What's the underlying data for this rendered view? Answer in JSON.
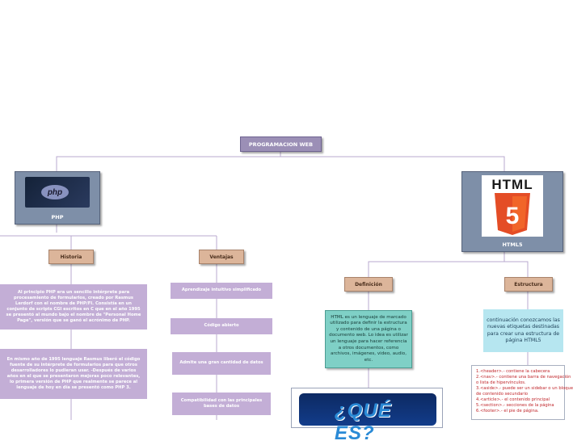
{
  "root": {
    "label": "PROGRAMACION WEB"
  },
  "php": {
    "caption": "PHP",
    "image_text": "php",
    "historia": {
      "label": "Historia",
      "items": [
        "Al principio PHP era un sencillo intérprete para procesamiento de formularios, creado por Rasmus Lerdorf con el nombre de PHP/FI. Consistía en un conjunto de scripts CGI escritos en C que en el año 1995 se presentó al mundo bajo el nombre de \"Personal Home Page\", versión que se ganó el acrónimo de PHP.",
        "En mismo año de 1995 lenguaje Rasmus liberó el código fuente de su intérprete de formularios para que otros desarrolladores lo pudieran usar. -Después de varios años en el que se presentaron mejoras poco relevantes, lo primera versión de PHP que realmente se parece al lenguaje de hoy en día se presentó como PHP 3."
      ]
    },
    "ventajas": {
      "label": "Ventajas",
      "items": [
        "Aprendizaje intuitivo simplificado",
        "Código abierto",
        "Admite una gran cantidad de datos",
        "Compatibilidad con las principales bases de datos"
      ]
    }
  },
  "html5": {
    "caption": "HTML5",
    "logo_word": "HTML",
    "logo_digit": "5",
    "definicion": {
      "label": "Definición",
      "text": "HTML es un lenguaje de marcado utilizado para definir la estructura y contenido de una página o documento web. Lo idea es utilizar un lenguaje para hacer referencia a otros documentos, como archivos, imágenes, video, audio, etc.",
      "image_text": "¿QUÉ ES?"
    },
    "estructura": {
      "label": "Estructura",
      "text": "continuación conozcamos las nuevas etiquetas destinadas para crear una estructura de página HTML5",
      "list": [
        "1.<header>.- contiene la cabecera",
        "2.<nav>.- contiene una barra de navegación",
        "o lista de hipervínculos.",
        "3.<aside>.- puede ser un sidebar o un bloque",
        "de contenido secundario",
        "4.<article>.- el contenido principal",
        "5.<section>.- secciones de la página",
        "6.<footer>.- el pie de página."
      ]
    }
  },
  "colors": {
    "root": "#9b8fb6",
    "image_node": "#7e8fa8",
    "tan_node": "#dcb59a",
    "purple_node": "#c3aed6",
    "teal_node": "#7fd0c6",
    "lightblue_node": "#b6e6f0",
    "connector": "#b9a9cf",
    "html5_orange": "#e44d26"
  }
}
